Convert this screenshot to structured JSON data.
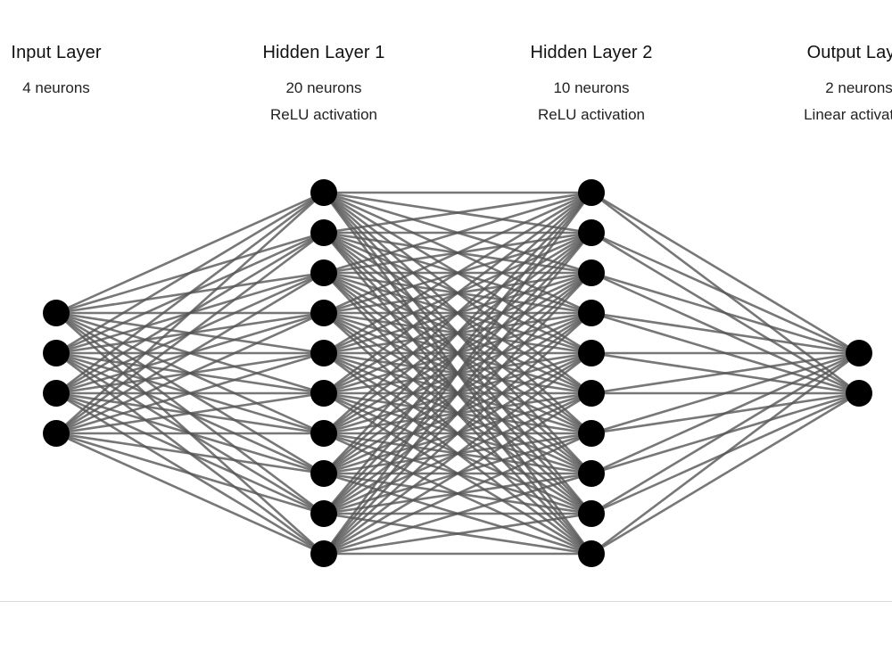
{
  "diagram": {
    "stroke_color": "#555555",
    "node_color": "#000000",
    "divider_color": "#d9d9d9",
    "layers": [
      {
        "title": "Input Layer",
        "lines": [
          "4 neurons"
        ],
        "node_count": 4
      },
      {
        "title": "Hidden Layer 1",
        "lines": [
          "20 neurons",
          "ReLU activation"
        ],
        "node_count": 10
      },
      {
        "title": "Hidden Layer 2",
        "lines": [
          "10 neurons",
          "ReLU activation"
        ],
        "node_count": 10
      },
      {
        "title": "Output Layer",
        "lines": [
          "2 neurons",
          "Linear activation"
        ],
        "node_count": 2
      }
    ]
  }
}
